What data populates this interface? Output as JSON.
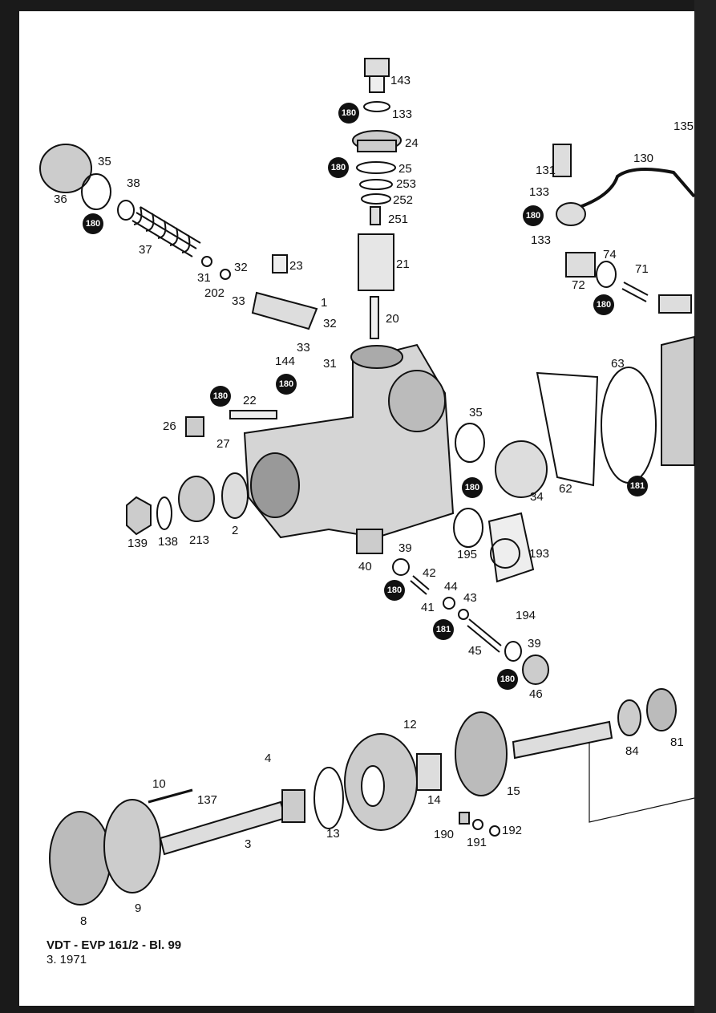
{
  "footer": {
    "line1": "VDT - EVP 161/2 - Bl. 99",
    "line2": "3. 1971"
  },
  "callouts": [
    "143",
    "133",
    "24",
    "25",
    "253",
    "252",
    "251",
    "21",
    "20",
    "135",
    "130",
    "131",
    "133",
    "133",
    "74",
    "71",
    "72",
    "35",
    "38",
    "36",
    "37",
    "31",
    "32",
    "202",
    "33",
    "23",
    "1",
    "32",
    "33",
    "31",
    "144",
    "22",
    "26",
    "27",
    "63",
    "35",
    "34",
    "62",
    "139",
    "138",
    "213",
    "2",
    "39",
    "40",
    "42",
    "41",
    "44",
    "43",
    "45",
    "39",
    "46",
    "195",
    "193",
    "194",
    "12",
    "4",
    "10",
    "137",
    "3",
    "13",
    "14",
    "15",
    "190",
    "191",
    "192",
    "84",
    "81",
    "8",
    "9"
  ],
  "badges": [
    "180",
    "180",
    "180",
    "180",
    "180",
    "180",
    "180",
    "180",
    "180",
    "180",
    "180",
    "181",
    "181",
    "180"
  ],
  "colors": {
    "ink": "#111111",
    "paper": "#ffffff",
    "border": "#1a1a1a"
  }
}
